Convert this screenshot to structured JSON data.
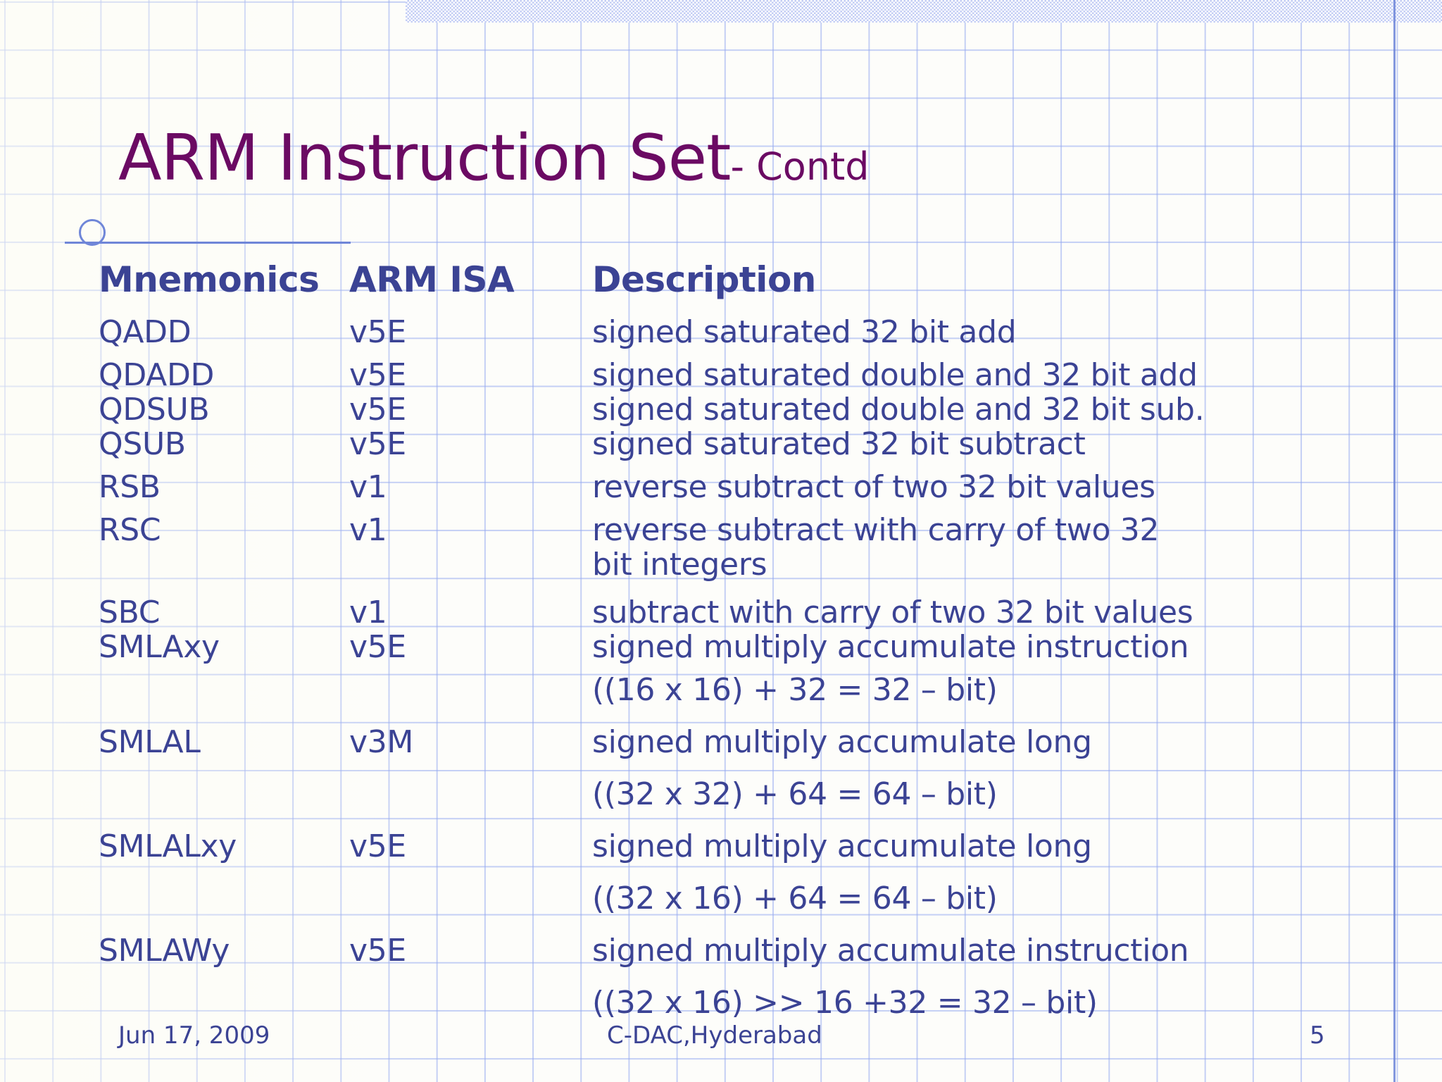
{
  "slide": {
    "title_main": "ARM Instruction Set",
    "title_sub": "- Contd",
    "accent_title_color": "#6b0a63",
    "accent_body_color": "#3b4394",
    "grid_line_color": "#96aaf0"
  },
  "table": {
    "headers": {
      "mnemonics": "Mnemonics",
      "isa": "ARM ISA",
      "description": "Description"
    },
    "rows": [
      {
        "mnemonic": "QADD",
        "isa": "v5E",
        "description": "signed saturated 32 bit add"
      },
      {
        "mnemonic": "QDADD",
        "isa": "v5E",
        "description": "signed saturated double and 32 bit add"
      },
      {
        "mnemonic": "QDSUB",
        "isa": "v5E",
        "description": "signed saturated double and 32 bit sub."
      },
      {
        "mnemonic": "QSUB",
        "isa": "v5E",
        "description": "signed saturated 32 bit subtract"
      },
      {
        "mnemonic": "RSB",
        "isa": "v1",
        "description": "reverse subtract of two 32 bit values"
      },
      {
        "mnemonic": "RSC",
        "isa": "v1",
        "description": "reverse subtract with carry of two 32"
      },
      {
        "mnemonic": "",
        "isa": "",
        "description": "bit integers"
      },
      {
        "mnemonic": "SBC",
        "isa": "v1",
        "description": "subtract with carry of two 32 bit values"
      },
      {
        "mnemonic": "SMLAxy",
        "isa": "v5E",
        "description": "signed multiply accumulate instruction"
      },
      {
        "mnemonic": "",
        "isa": "",
        "description": "((16 x 16) + 32 = 32 – bit)"
      },
      {
        "mnemonic": "SMLAL",
        "isa": "v3M",
        "description": "signed multiply accumulate long"
      },
      {
        "mnemonic": "",
        "isa": "",
        "description": "((32 x 32) + 64 = 64 – bit)"
      },
      {
        "mnemonic": "SMLALxy",
        "isa": "v5E",
        "description": "signed multiply accumulate long"
      },
      {
        "mnemonic": "",
        "isa": "",
        "description": "((32 x 16) + 64 = 64 – bit)"
      },
      {
        "mnemonic": "SMLAWy",
        "isa": "v5E",
        "description": "signed multiply accumulate instruction"
      },
      {
        "mnemonic": "",
        "isa": "",
        "description": "((32 x 16) >> 16 +32 = 32 – bit)"
      }
    ]
  },
  "footer": {
    "date": "Jun 17, 2009",
    "organization": "C-DAC,Hyderabad",
    "page_number": "5"
  }
}
